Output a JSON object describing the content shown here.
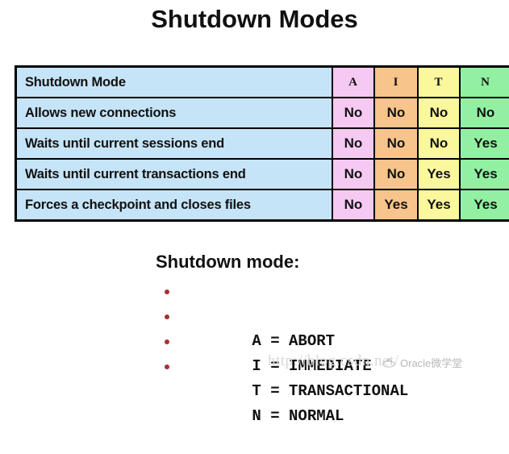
{
  "title": "Shutdown Modes",
  "table": {
    "row_header_label": "Shutdown Mode",
    "mode_columns": [
      {
        "code": "A",
        "color": "#f6c9f2"
      },
      {
        "code": "I",
        "color": "#f7c48c"
      },
      {
        "code": "T",
        "color": "#fbf79c"
      },
      {
        "code": "N",
        "color": "#92f0a2"
      }
    ],
    "label_column_color": "#c6e4f7",
    "rows": [
      {
        "label": "Allows new connections",
        "values": [
          "No",
          "No",
          "No",
          "No"
        ]
      },
      {
        "label": "Waits until current sessions end",
        "values": [
          "No",
          "No",
          "No",
          "Yes"
        ]
      },
      {
        "label": "Waits until current transactions end",
        "values": [
          "No",
          "No",
          "Yes",
          "Yes"
        ]
      },
      {
        "label": "Forces a checkpoint and closes files",
        "values": [
          "No",
          "Yes",
          "Yes",
          "Yes"
        ]
      }
    ]
  },
  "legend": {
    "heading": "Shutdown mode:",
    "bullet_color": "#a8302e",
    "items": [
      "A = ABORT",
      "I = IMMEDIATE",
      "T = TRANSACTIONAL",
      "N = NORMAL"
    ]
  },
  "watermarks": {
    "url": "http://blog.csdn.net/",
    "brand": "Oracle微学堂"
  }
}
